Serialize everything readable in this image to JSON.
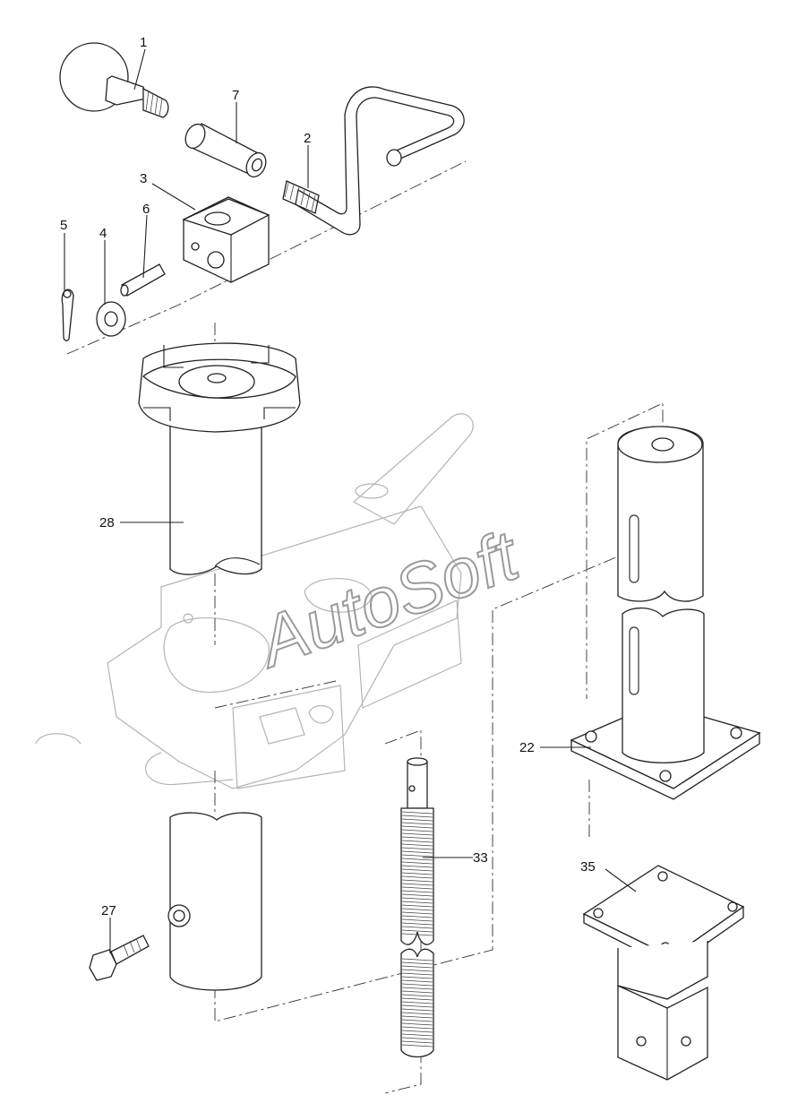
{
  "watermark": "AutoSoft",
  "parts": [
    {
      "id": "knob",
      "label": "1"
    },
    {
      "id": "crank-handle",
      "label": "2"
    },
    {
      "id": "block",
      "label": "3"
    },
    {
      "id": "washer",
      "label": "4"
    },
    {
      "id": "cotter-pin",
      "label": "5"
    },
    {
      "id": "pin",
      "label": "6"
    },
    {
      "id": "sleeve",
      "label": "7"
    },
    {
      "id": "base-plate-post",
      "label": "22"
    },
    {
      "id": "bolt",
      "label": "27"
    },
    {
      "id": "outer-tube",
      "label": "28"
    },
    {
      "id": "threaded-spindle",
      "label": "33"
    },
    {
      "id": "foot-pad",
      "label": "35"
    }
  ]
}
